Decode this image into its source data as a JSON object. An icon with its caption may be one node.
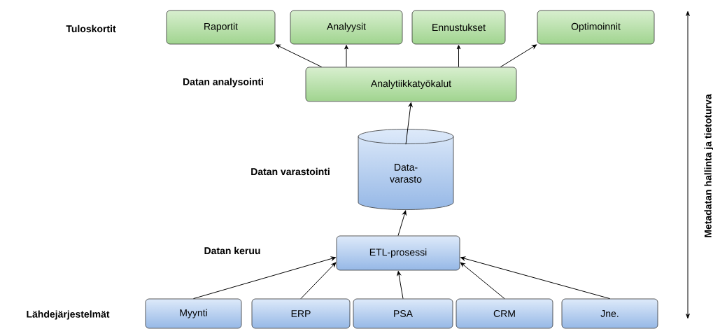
{
  "diagram": {
    "nodes": [
      {
        "text": [
          "Raportit"
        ]
      },
      {
        "text": [
          "Analyysit"
        ]
      },
      {
        "text": [
          "Ennustukset"
        ]
      },
      {
        "text": [
          "Optimoinnit"
        ]
      },
      {
        "text": [
          "Analytiikkatyökalut"
        ]
      },
      {
        "text": [
          "Data- varasto"
        ]
      },
      {
        "text": [
          "ETL-prosessi"
        ]
      },
      {
        "text": [
          "Myynti"
        ]
      },
      {
        "text": [
          "ERP"
        ]
      },
      {
        "text": [
          "PSA"
        ]
      },
      {
        "text": [
          "CRM"
        ]
      },
      {
        "text": [
          "Jne."
        ]
      }
    ],
    "edges": [
      {
        "from": 4,
        "to": 0,
        "arrow": "to"
      },
      {
        "from": 4,
        "to": 1,
        "arrow": "to"
      },
      {
        "from": 4,
        "to": 2,
        "arrow": "to"
      },
      {
        "from": 4,
        "to": 3,
        "arrow": "to"
      },
      {
        "from": 5,
        "to": 4,
        "arrow": "to"
      },
      {
        "from": 6,
        "to": 5,
        "arrow": "to"
      },
      {
        "from": 7,
        "to": 6,
        "arrow": "to"
      },
      {
        "from": 8,
        "to": 6,
        "arrow": "to"
      },
      {
        "from": 9,
        "to": 6,
        "arrow": "to"
      },
      {
        "from": 10,
        "to": 6,
        "arrow": "to"
      },
      {
        "from": 11,
        "to": 6,
        "arrow": "to"
      }
    ],
    "labels": [
      "Tuloskortit",
      "Datan analysointi",
      "Datan varastointi",
      "Datan keruu",
      "Lähdejärjestelmät",
      "Metadatan hallinta ja tietoturva"
    ]
  }
}
